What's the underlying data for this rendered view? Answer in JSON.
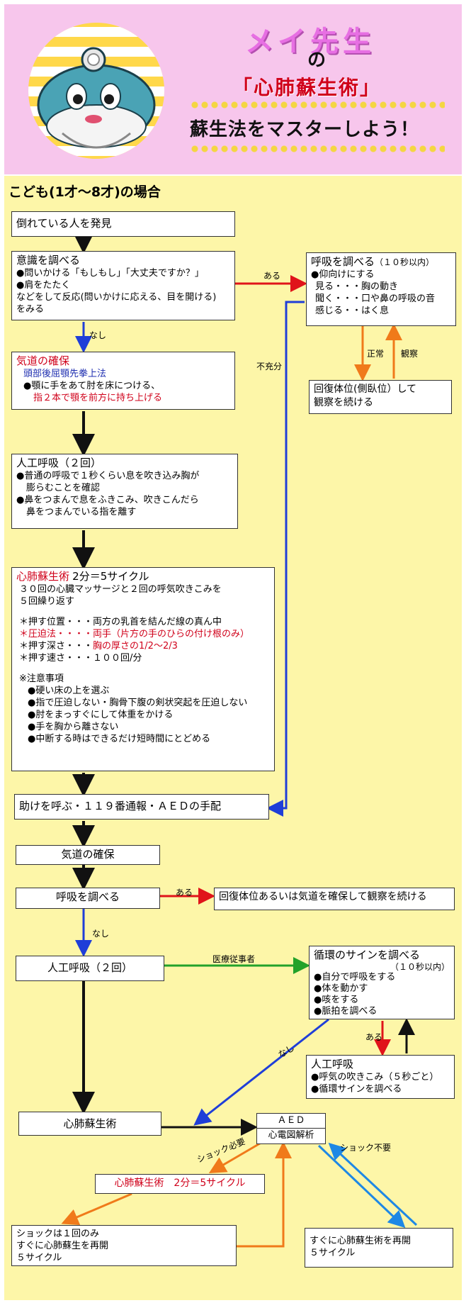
{
  "header": {
    "title_line1": "メイ先生",
    "title_line2": "の",
    "title_line3": "「心肺蘇生術」",
    "title_line4": "蘇生法をマスターしよう！"
  },
  "section_title": "こども(1才〜8才)の場合",
  "boxes": {
    "discover": "倒れている人を発見",
    "consciousness": {
      "title": "意識を調べる",
      "lines": [
        "●問いかける「もしもし」「大丈夫ですか？」",
        "●肩をたたく",
        "などをして反応(問いかけに応える、目を開ける)",
        "をみる"
      ]
    },
    "breath1": {
      "title": "呼吸を調べる",
      "note": "（１０秒以内）",
      "lines": [
        "●仰向けにする",
        "見る・・・胸の動き",
        "聞く・・・口や鼻の呼吸の音",
        "感じる・・はく息"
      ]
    },
    "recovery1": {
      "lines": [
        "回復体位(側臥位）して",
        "観察を続ける"
      ]
    },
    "airway": {
      "title": "気道の確保",
      "sub": "頭部後屈顎先拳上法",
      "lines": [
        "●顎に手をあて肘を床につける、"
      ],
      "red_line": "指２本で顎を前方に持ち上げる"
    },
    "rescue": {
      "title": "人工呼吸（２回）",
      "lines": [
        "●普通の呼吸で１秒くらい息を吹き込み胸が",
        "膨らむことを確認",
        "●鼻をつまんで息をふきこみ、吹きこんだら",
        "鼻をつまんでいる指を離す"
      ]
    },
    "cpr": {
      "title": "心肺蘇生術",
      "title_suffix": "2分＝5サイクル",
      "lines": [
        "３０回の心臓マッサージと２回の呼気吹きこみを",
        "５回繰り返す"
      ],
      "position": "＊押す位置・・・両方の乳首を結んだ線の真ん中",
      "method_label": "＊圧迫法・・・・",
      "method_value": "両手（片方の手のひらの付け根のみ）",
      "depth_label": "＊押す深さ・・・",
      "depth_value": "胸の厚さの1/2〜2/3",
      "speed": "＊押す速さ・・・１００回/分",
      "caution_title": "※注意事項",
      "cautions": [
        "●硬い床の上を選ぶ",
        "●指で圧迫しない・胸骨下腹の剣状突起を圧迫しない",
        "●肘をまっすぐにして体重をかける",
        "●手を胸から離さない",
        "●中断する時はできるだけ短時間にとどめる"
      ]
    },
    "help": "助けを呼ぶ・１１９番通報・ＡＥＤの手配",
    "airway2": "気道の確保",
    "breath2": "呼吸を調べる",
    "recovery2": "回復体位あるいは気道を確保して観察を続ける",
    "rescue2": "人工呼吸（２回）",
    "circulation": {
      "title": "循環のサインを調べる",
      "note": "（１０秒以内）",
      "lines": [
        "●自分で呼吸をする",
        "●体を動かす",
        "●咳をする",
        "●脈拍を調べる"
      ]
    },
    "rescue3": {
      "title": "人工呼吸",
      "lines": [
        "●呼気の吹きこみ（５秒ごと）",
        "●循環サインを調べる"
      ]
    },
    "cpr2": "心肺蘇生術",
    "aed_top": "ＡＥＤ",
    "aed_bottom": "心電図解析",
    "cpr3": "心肺蘇生術　2分＝5サイクル",
    "shock": [
      "ショックは１回のみ",
      "すぐに心肺蘇生を再開",
      "５サイクル"
    ],
    "noshock": [
      "すぐに心肺蘇生術を再開",
      "５サイクル"
    ]
  },
  "labels": {
    "aru1": "ある",
    "nashi1": "なし",
    "insufficient": "不充分",
    "normal": "正常",
    "observe": "観察",
    "aru2": "ある",
    "nashi2": "なし",
    "medical": "医療従事者",
    "aru3": "ある",
    "nashi3": "なし",
    "shock_needed": "ショック必要",
    "shock_not_needed": "ショック不要"
  },
  "colors": {
    "header_bg": "#f7c6ec",
    "main_bg": "#fdf6a8",
    "arrow_black": "#111111",
    "arrow_red": "#e0141a",
    "arrow_blue": "#1f3ed8",
    "arrow_orange": "#f07a1a",
    "arrow_green": "#22a22a",
    "arrow_lightblue": "#1e88e5"
  },
  "icons": {
    "mascot": "doctor-fish-mascot-icon"
  }
}
